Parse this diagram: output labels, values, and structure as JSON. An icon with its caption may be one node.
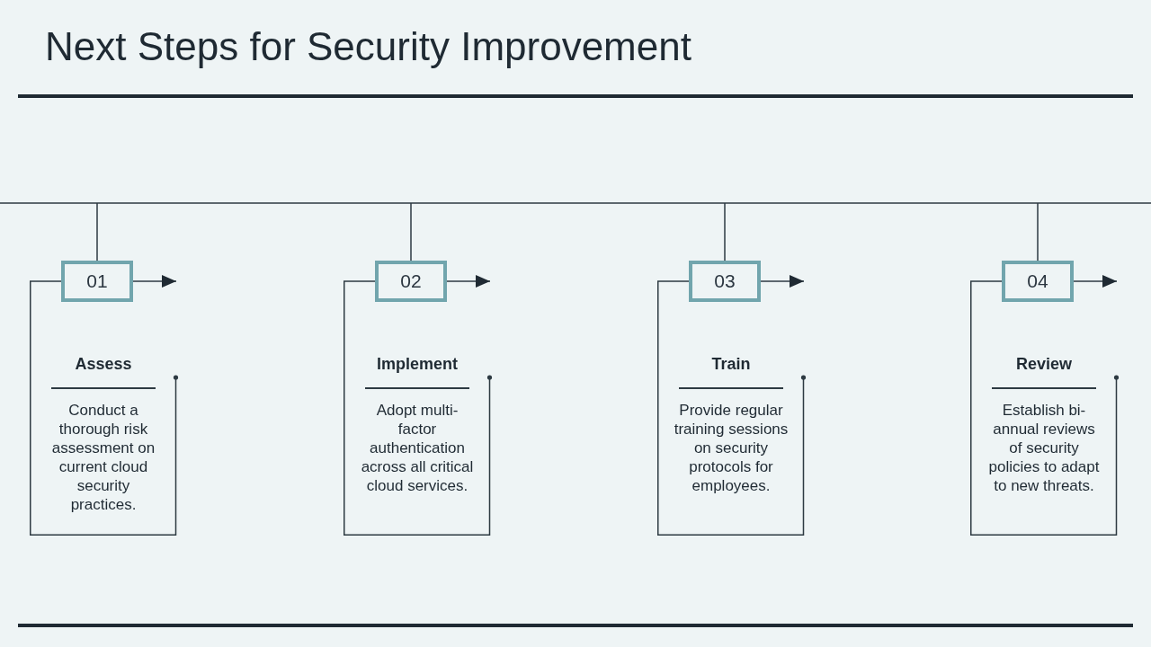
{
  "diagram": {
    "title": "Next Steps for Security Improvement",
    "nodes": [
      {
        "text": [
          "01"
        ]
      },
      {
        "text": [
          "Assess",
          "Conduct a thorough risk assessment on current cloud security practices."
        ]
      },
      {
        "text": [
          "02"
        ]
      },
      {
        "text": [
          "Implement",
          "Adopt multi-factor authentication across all critical cloud services."
        ]
      },
      {
        "text": [
          "03"
        ]
      },
      {
        "text": [
          "Train",
          "Provide regular training sessions on security protocols for employees."
        ]
      },
      {
        "text": [
          "04"
        ]
      },
      {
        "text": [
          "Review",
          "Establish bi-annual reviews of security policies to adapt to new threats."
        ]
      }
    ],
    "edges": [
      {
        "from": null,
        "to": 0,
        "arrow": "none"
      },
      {
        "from": 0,
        "to": 1,
        "arrow": "none"
      },
      {
        "from": 0,
        "to": null,
        "arrow": "to"
      },
      {
        "from": null,
        "to": 2,
        "arrow": "none"
      },
      {
        "from": 2,
        "to": 3,
        "arrow": "none"
      },
      {
        "from": 2,
        "to": null,
        "arrow": "to"
      },
      {
        "from": null,
        "to": 4,
        "arrow": "none"
      },
      {
        "from": 4,
        "to": 5,
        "arrow": "none"
      },
      {
        "from": 4,
        "to": null,
        "arrow": "to"
      },
      {
        "from": null,
        "to": 6,
        "arrow": "none"
      },
      {
        "from": 6,
        "to": 7,
        "arrow": "none"
      },
      {
        "from": 6,
        "to": null,
        "arrow": "to"
      }
    ]
  }
}
